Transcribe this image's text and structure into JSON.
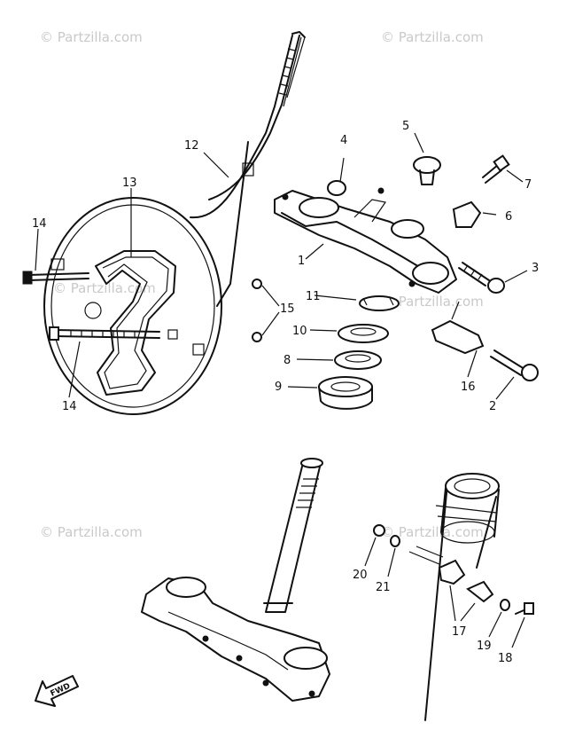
{
  "watermarks": [
    "© Partzilla.com",
    "© Partzilla.com",
    "© Partzilla.com",
    "© Partzilla.com",
    "© Partzilla.com",
    "© Partzilla.com"
  ],
  "callouts": [
    "1",
    "2",
    "3",
    "4",
    "5",
    "6",
    "7",
    "8",
    "9",
    "10",
    "11",
    "12",
    "13",
    "14",
    "14",
    "15",
    "16",
    "17",
    "18",
    "19",
    "20",
    "21"
  ],
  "fwd_label": "FWD"
}
